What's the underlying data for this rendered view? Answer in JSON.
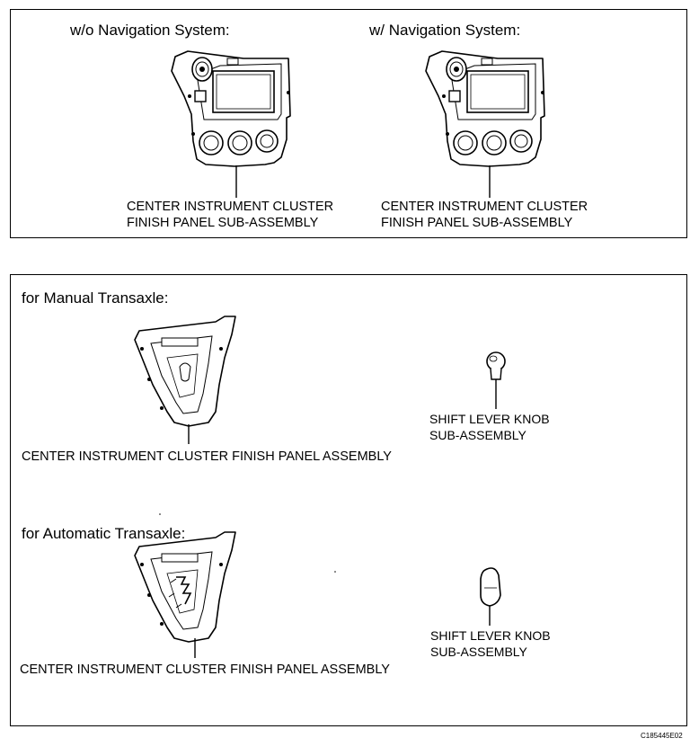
{
  "diagram": {
    "top_panel": {
      "left_heading": "w/o Navigation System:",
      "right_heading": "w/ Navigation System:",
      "left_label_line1": "CENTER INSTRUMENT CLUSTER",
      "left_label_line2": "FINISH PANEL SUB-ASSEMBLY",
      "right_label_line1": "CENTER INSTRUMENT CLUSTER",
      "right_label_line2": "FINISH PANEL SUB-ASSEMBLY"
    },
    "bottom_panel": {
      "manual_heading": "for Manual Transaxle:",
      "manual_panel_label": "CENTER INSTRUMENT CLUSTER FINISH PANEL ASSEMBLY",
      "manual_knob_line1": "SHIFT LEVER KNOB",
      "manual_knob_line2": "SUB-ASSEMBLY",
      "auto_heading": "for Automatic Transaxle:",
      "auto_panel_label": "CENTER INSTRUMENT CLUSTER FINISH PANEL ASSEMBLY",
      "auto_knob_line1": "SHIFT LEVER KNOB",
      "auto_knob_line2": "SUB-ASSEMBLY"
    },
    "figure_code": "C185445E02"
  }
}
